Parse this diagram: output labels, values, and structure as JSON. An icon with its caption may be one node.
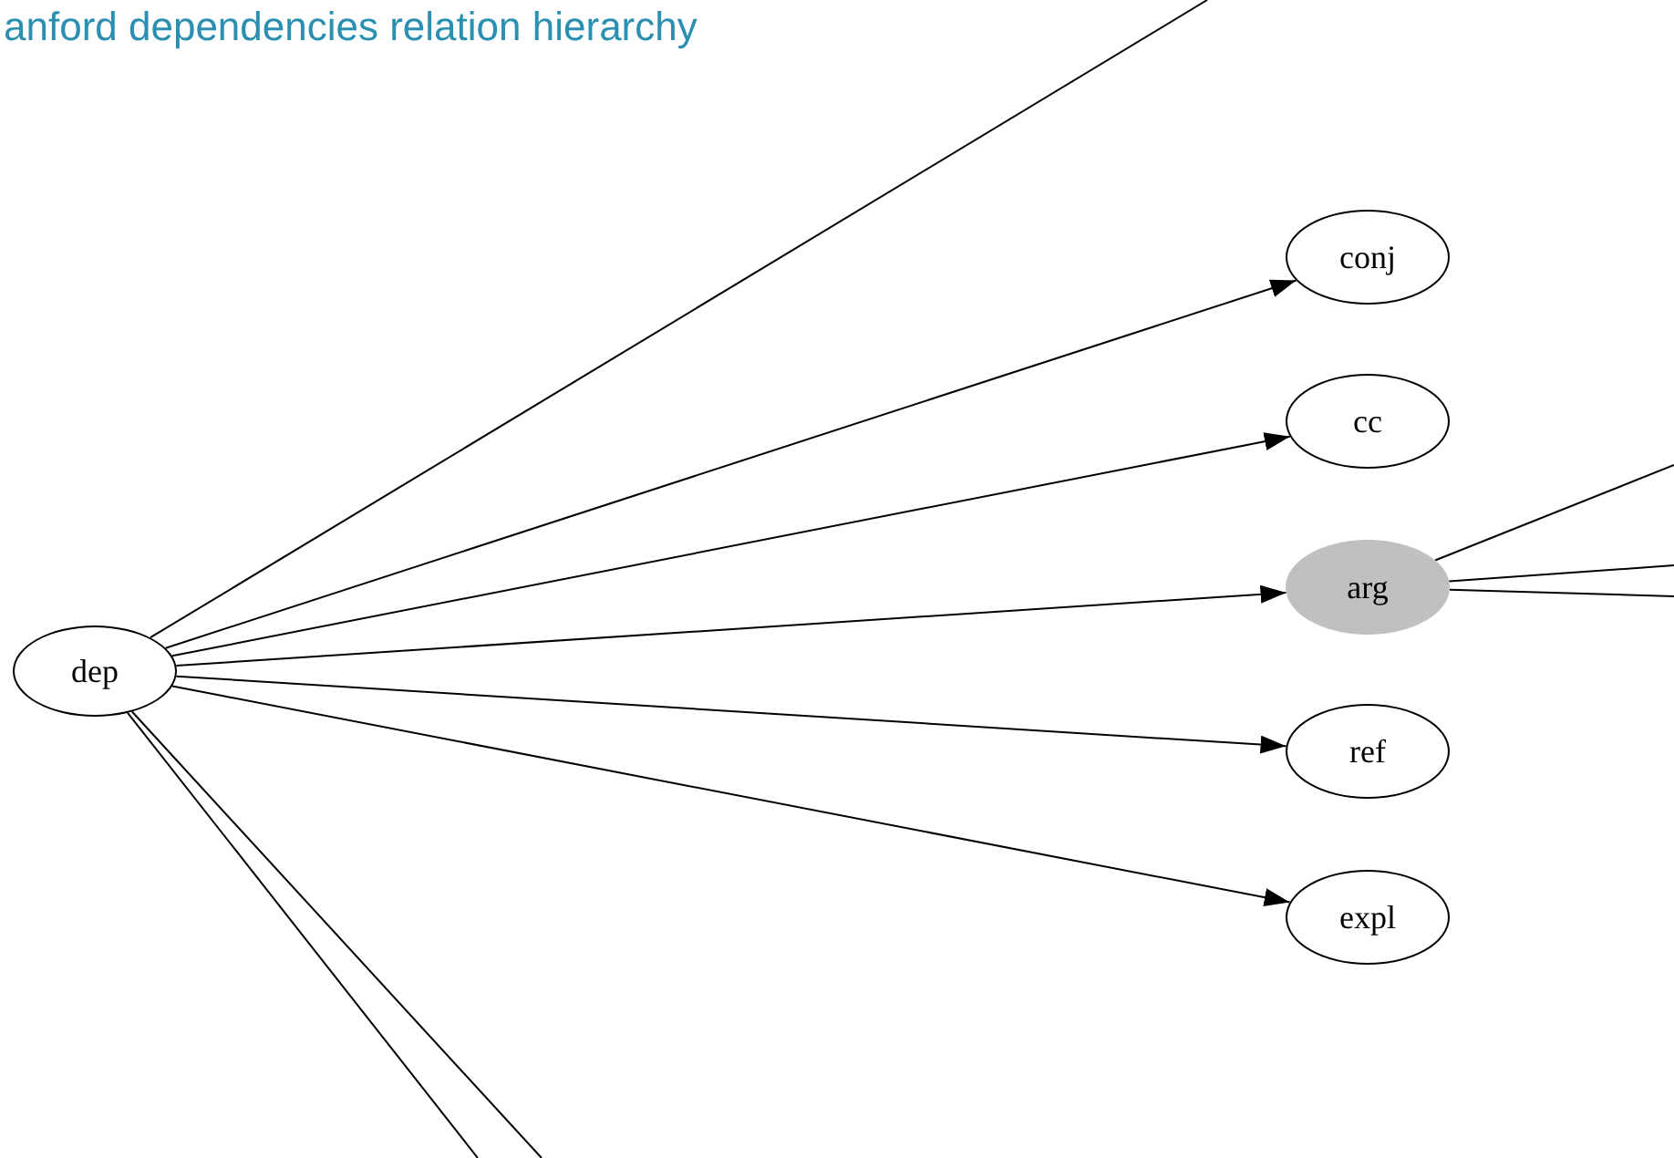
{
  "diagram": {
    "title": "anford dependencies relation hierarchy",
    "nodes": [
      {
        "text": [
          "dep"
        ]
      },
      {
        "text": [
          "conj"
        ]
      },
      {
        "text": [
          "cc"
        ]
      },
      {
        "text": [
          "arg"
        ]
      },
      {
        "text": [
          "ref"
        ]
      },
      {
        "text": [
          "expl"
        ]
      }
    ],
    "edges": [
      {
        "from": 0,
        "to": null,
        "arrow": "none"
      },
      {
        "from": 0,
        "to": 1,
        "arrow": "to"
      },
      {
        "from": 0,
        "to": 2,
        "arrow": "to"
      },
      {
        "from": 0,
        "to": 3,
        "arrow": "to"
      },
      {
        "from": 0,
        "to": 4,
        "arrow": "to"
      },
      {
        "from": 0,
        "to": 5,
        "arrow": "to"
      },
      {
        "from": 0,
        "to": null,
        "arrow": "none"
      },
      {
        "from": 0,
        "to": null,
        "arrow": "none"
      },
      {
        "from": 3,
        "to": null,
        "arrow": "none"
      },
      {
        "from": 3,
        "to": null,
        "arrow": "none"
      },
      {
        "from": 3,
        "to": null,
        "arrow": "none"
      }
    ]
  }
}
